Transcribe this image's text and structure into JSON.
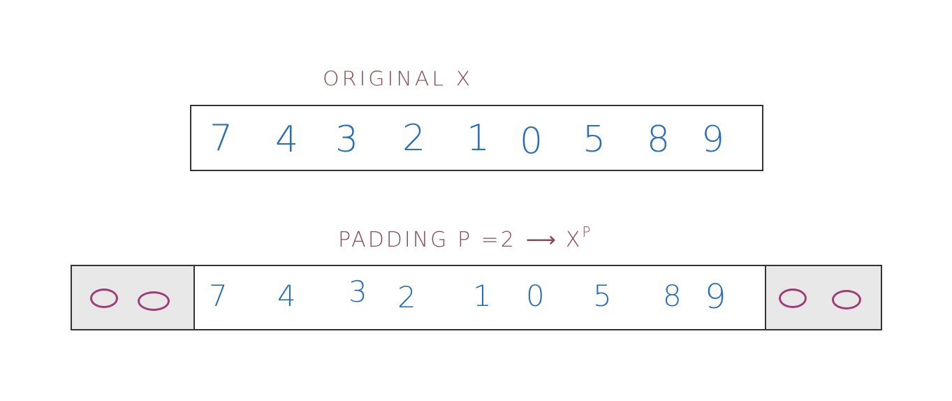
{
  "original": {
    "label": "ORIGINAL X",
    "values": [
      "7",
      "4",
      "3",
      "2",
      "1",
      "0",
      "5",
      "8",
      "9"
    ]
  },
  "padded": {
    "label_main": "PADDING P =2",
    "label_arrow": "⟶",
    "label_result": "X",
    "label_superscript": "P",
    "left_pad": [
      "0",
      "0"
    ],
    "values": [
      "7",
      "4",
      "3",
      "2",
      "1",
      "0",
      "5",
      "8",
      "9"
    ],
    "right_pad": [
      "0",
      "0"
    ]
  },
  "colors": {
    "digit": "#2a6fb8",
    "pad_digit": "#a03c74",
    "label": "#8a4a58",
    "pad_background": "#e8e8e8",
    "border": "#333333"
  }
}
